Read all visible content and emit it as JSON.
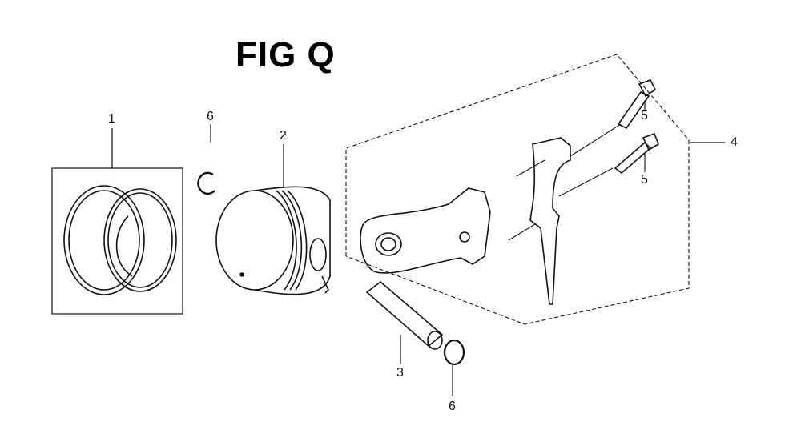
{
  "title": "FIG Q",
  "callouts": {
    "piston_rings": "1",
    "piston": "2",
    "piston_pin": "3",
    "connecting_rod_assembly": "4",
    "rod_bolt_upper": "5",
    "rod_bolt_lower": "5",
    "clip_upper": "6",
    "clip_lower": "6"
  }
}
